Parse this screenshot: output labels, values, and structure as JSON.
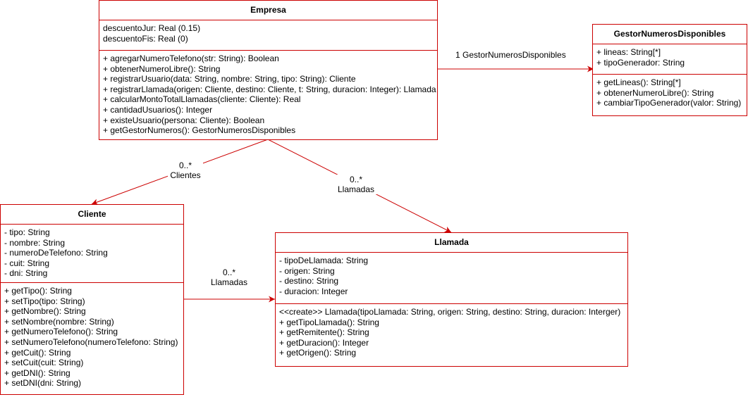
{
  "classes": {
    "empresa": {
      "name": "Empresa",
      "attributes": [
        "descuentoJur: Real (0.15)",
        "descuentoFis: Real (0)"
      ],
      "operations": [
        "+ agregarNumeroTelefono(str: String): Boolean",
        "+ obtenerNumeroLibre(): String",
        "+ registrarUsuario(data: String, nombre: String, tipo: String): Cliente",
        "+ registrarLlamada(origen: Cliente, destino: Cliente, t: String, duracion: Integer): Llamada",
        "+ calcularMontoTotalLlamadas(cliente: Cliente): Real",
        "+ cantidadUsuarios(): Integer",
        "+ existeUsuario(persona: Cliente): Boolean",
        "+ getGestorNumeros(): GestorNumerosDisponibles"
      ]
    },
    "gestor": {
      "name": "GestorNumerosDisponibles",
      "attributes": [
        "+ lineas: String[*]",
        "+ tipoGenerador: String"
      ],
      "operations": [
        "+ getLineas(): String[*]",
        "+ obtenerNumeroLibre(): String",
        "+ cambiarTipoGenerador(valor: String)"
      ]
    },
    "cliente": {
      "name": "Cliente",
      "attributes": [
        "- tipo: String",
        "- nombre: String",
        "- numeroDeTelefono: String",
        "- cuit: String",
        "- dni: String"
      ],
      "operations": [
        "+ getTipo(): String",
        "+ setTipo(tipo: String)",
        "+ getNombre(): String",
        "+ setNombre(nombre: String)",
        "+ getNumeroTelefono(): String",
        "+ setNumeroTelefono(numeroTelefono: String)",
        "+ getCuit(): String",
        "+ setCuit(cuit: String)",
        "+ getDNI(): String",
        "+ setDNI(dni: String)"
      ]
    },
    "llamada": {
      "name": "Llamada",
      "attributes": [
        "- tipoDeLlamada: String",
        "- origen: String",
        "- destino: String",
        "- duracion: Integer"
      ],
      "operations": [
        "<<create>> Llamada(tipoLlamada: String, origen: String, destino: String, duracion: Interger)",
        "+ getTipoLlamada(): String",
        "+ getRemitente(): String",
        "+ getDuracion(): Integer",
        "+ getOrigen(): String"
      ]
    }
  },
  "associations": {
    "empresa_gestor": {
      "label": "1 GestorNumerosDisponibles"
    },
    "empresa_cliente": {
      "multiplicity": "0..*",
      "role": "Clientes"
    },
    "empresa_llamada": {
      "multiplicity": "0..*",
      "role": "Llamadas"
    },
    "cliente_llamada": {
      "multiplicity": "0..*",
      "role": "Llamadas"
    }
  },
  "colors": {
    "stroke": "#cc0000"
  }
}
